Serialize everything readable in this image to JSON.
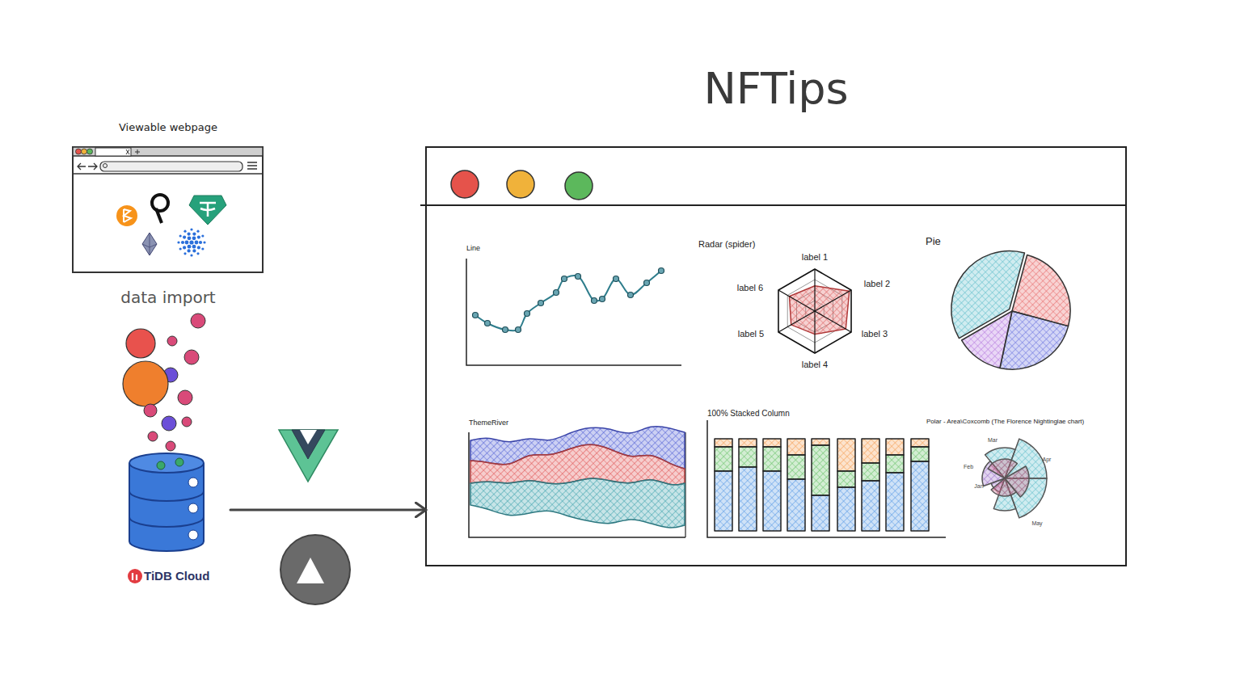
{
  "diagram": {
    "nodes": [
      {
        "text": [
          "Viewable webpage"
        ]
      },
      {
        "text": [
          "TiDB Cloud"
        ]
      },
      {
        "text": [
          "NFTips"
        ]
      },
      {
        "text": [
          "Line"
        ],
        "in": 2
      },
      {
        "text": [
          "Radar (spider)"
        ],
        "in": 2
      },
      {
        "text": [
          "Pie"
        ],
        "in": 2
      },
      {
        "text": [
          "ThemeRiver"
        ],
        "in": 2
      },
      {
        "text": [
          "100% Stacked Column"
        ],
        "in": 2
      },
      {
        "text": [
          "Polar - Area\\Coxcomb (The Florence Nightinglae chart)"
        ],
        "in": 2
      }
    ],
    "edges": [
      {
        "from": 1,
        "to": 2,
        "arrow": "to"
      }
    ],
    "labels": [
      "data import",
      "label 1",
      "label 2",
      "label 3",
      "label 4",
      "label 5",
      "label 6",
      "Mar",
      "Apr",
      "Feb",
      "Jan",
      "May"
    ]
  }
}
